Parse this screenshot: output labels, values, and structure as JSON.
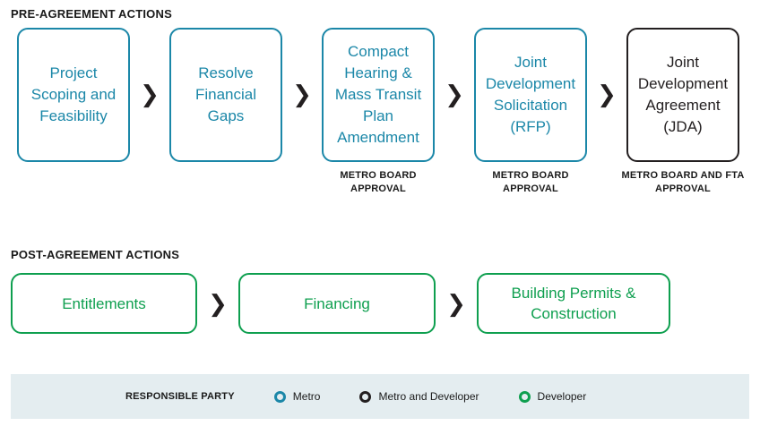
{
  "sections": {
    "pre": {
      "title": "PRE-AGREEMENT ACTIONS",
      "steps": [
        {
          "label": "Project Scoping and Feasibility",
          "approval": "",
          "party": "metro"
        },
        {
          "label": "Resolve Financial Gaps",
          "approval": "",
          "party": "metro"
        },
        {
          "label": "Compact Hearing & Mass Transit Plan Amendment",
          "approval": "METRO BOARD APPROVAL",
          "party": "metro"
        },
        {
          "label": "Joint Development Solicitation (RFP)",
          "approval": "METRO BOARD APPROVAL",
          "party": "metro"
        },
        {
          "label": "Joint Development Agreement (JDA)",
          "approval": "METRO BOARD AND FTA APPROVAL",
          "party": "metro-and-developer"
        }
      ]
    },
    "post": {
      "title": "POST-AGREEMENT ACTIONS",
      "steps": [
        {
          "label": "Entitlements",
          "party": "developer"
        },
        {
          "label": "Financing",
          "party": "developer"
        },
        {
          "label": "Building Permits & Construction",
          "party": "developer"
        }
      ]
    }
  },
  "arrow": "❯",
  "legend": {
    "label": "RESPONSIBLE PARTY",
    "items": [
      {
        "text": "Metro",
        "color": "#1b87a8"
      },
      {
        "text": "Metro and Developer",
        "color": "#231f20"
      },
      {
        "text": "Developer",
        "color": "#0e9f4f"
      }
    ]
  },
  "colors": {
    "metro": "#1b87a8",
    "metro_and_developer": "#231f20",
    "developer": "#0e9f4f",
    "legend_background": "#e4edf0"
  }
}
